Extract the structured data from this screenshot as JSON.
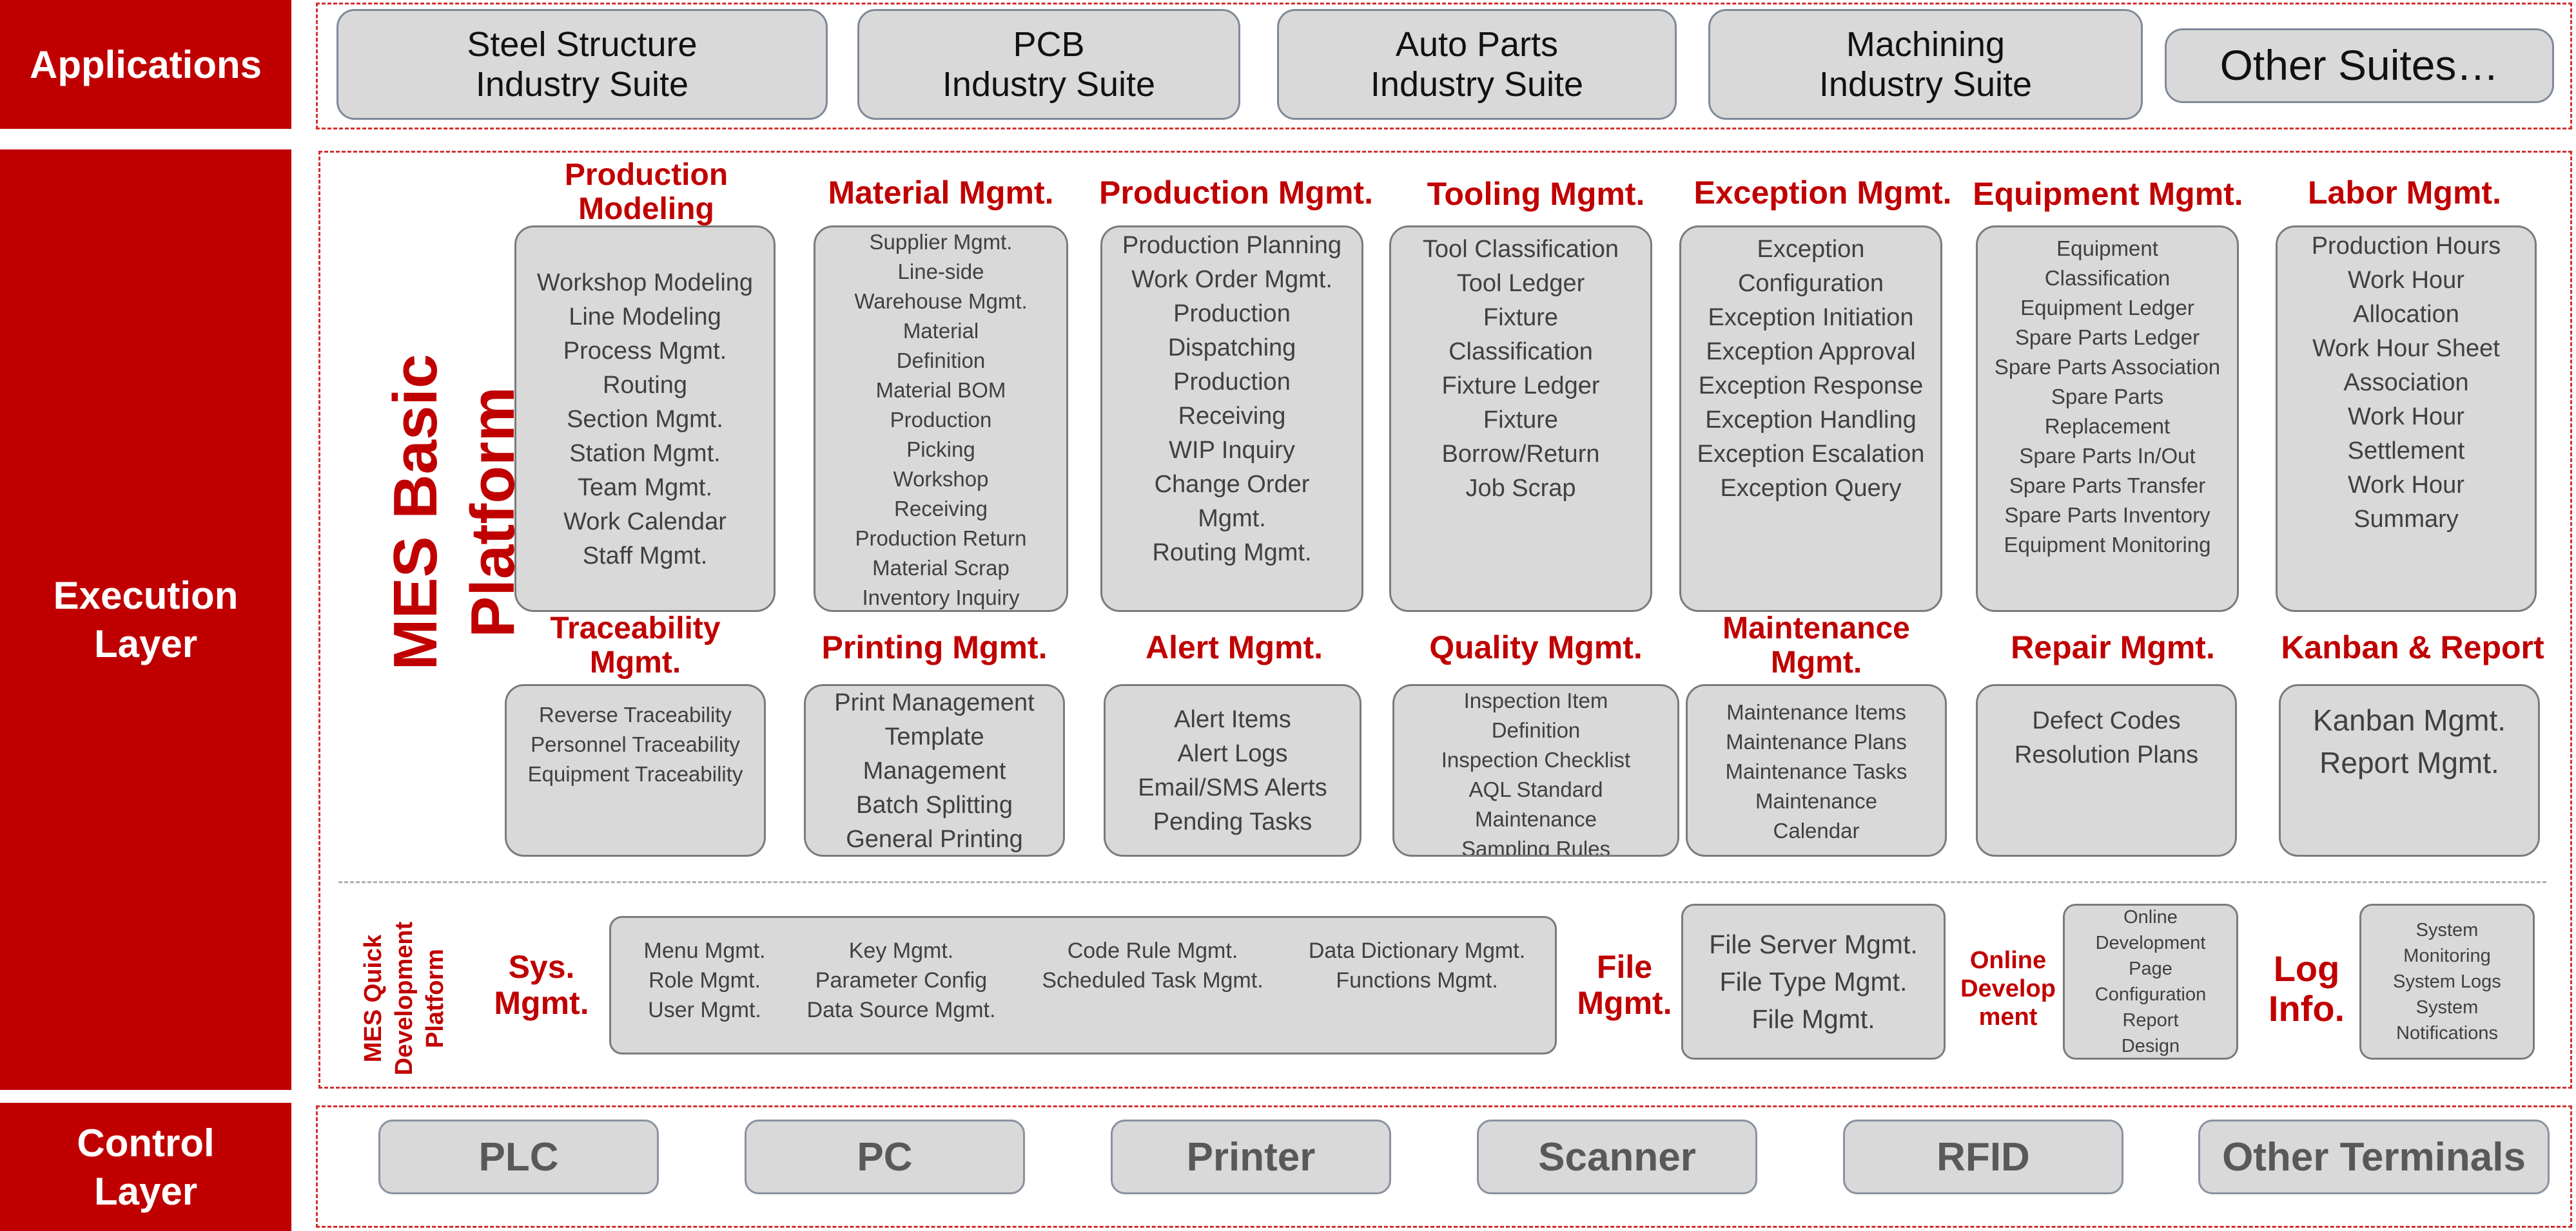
{
  "layers": {
    "applications": "Applications",
    "execution": "Execution\nLayer",
    "control": "Control\nLayer"
  },
  "applications": [
    "Steel Structure\nIndustry Suite",
    "PCB\nIndustry Suite",
    "Auto Parts\nIndustry Suite",
    "Machining\nIndustry Suite",
    "Other Suites…"
  ],
  "platform_title": "MES Basic Platform",
  "modules_row1": [
    {
      "title": "Production\nModeling",
      "items": [
        "Workshop Modeling",
        "Line Modeling",
        "Process Mgmt.",
        "Routing",
        "Section Mgmt.",
        "Station Mgmt.",
        "Team Mgmt.",
        "Work Calendar",
        "Staff Mgmt."
      ]
    },
    {
      "title": "Material Mgmt.",
      "items": [
        "Supplier Mgmt.",
        "Line-side",
        "Warehouse Mgmt.",
        "Material",
        "Definition",
        "Material BOM",
        "Production",
        "Picking",
        "Workshop",
        "Receiving",
        "Production Return",
        "Material Scrap",
        "Inventory Inquiry"
      ]
    },
    {
      "title": "Production Mgmt.",
      "items": [
        "Production Planning",
        "Work Order Mgmt.",
        "Production",
        "Dispatching",
        "Production",
        "Receiving",
        "WIP Inquiry",
        "Change Order",
        "Mgmt.",
        "Routing Mgmt."
      ]
    },
    {
      "title": "Tooling Mgmt.",
      "items": [
        "Tool Classification",
        "Tool Ledger",
        "Fixture",
        "Classification",
        "Fixture Ledger",
        "Fixture",
        "Borrow/Return",
        "Job Scrap"
      ]
    },
    {
      "title": "Exception Mgmt.",
      "items": [
        "Exception",
        "Configuration",
        "Exception Initiation",
        "Exception Approval",
        "Exception Response",
        "Exception Handling",
        "Exception Escalation",
        "Exception Query"
      ]
    },
    {
      "title": "Equipment Mgmt.",
      "items": [
        "Equipment",
        "Classification",
        "Equipment Ledger",
        "Spare Parts Ledger",
        "Spare Parts Association",
        "Spare Parts",
        "Replacement",
        "Spare Parts In/Out",
        "Spare Parts Transfer",
        "Spare Parts Inventory",
        "Equipment Monitoring"
      ]
    },
    {
      "title": "Labor Mgmt.",
      "items": [
        "Production Hours",
        "Work Hour",
        "Allocation",
        "Work Hour Sheet",
        "Association",
        "Work Hour",
        "Settlement",
        "Work Hour",
        "Summary"
      ]
    }
  ],
  "modules_row2": [
    {
      "title": "Traceability\nMgmt.",
      "items": [
        "Reverse Traceability",
        "Personnel Traceability",
        "Equipment Traceability"
      ]
    },
    {
      "title": "Printing Mgmt.",
      "items": [
        "Print Management",
        "Template",
        "Management",
        "Batch Splitting",
        "General Printing"
      ]
    },
    {
      "title": "Alert Mgmt.",
      "items": [
        "Alert Items",
        "Alert Logs",
        "Email/SMS Alerts",
        "Pending Tasks"
      ]
    },
    {
      "title": "Quality Mgmt.",
      "items": [
        "Inspection Item",
        "Definition",
        "Inspection Checklist",
        "AQL Standard",
        "Maintenance",
        "Sampling Rules"
      ]
    },
    {
      "title": "Maintenance\nMgmt.",
      "items": [
        "Maintenance Items",
        "Maintenance Plans",
        "Maintenance Tasks",
        "Maintenance",
        "Calendar"
      ]
    },
    {
      "title": "Repair Mgmt.",
      "items": [
        "Defect Codes",
        "Resolution Plans"
      ]
    },
    {
      "title": "Kanban & Report",
      "items": [
        "Kanban Mgmt.",
        "Report Mgmt."
      ]
    }
  ],
  "quick_dev": {
    "title": "MES Quick\nDevelopment\nPlatform",
    "sys_label": "Sys.\nMgmt.",
    "sys_columns": [
      [
        "Menu Mgmt.",
        "Role Mgmt.",
        "User Mgmt."
      ],
      [
        "Key Mgmt.",
        "Parameter Config",
        "Data Source Mgmt."
      ],
      [
        "Code Rule Mgmt.",
        "Scheduled Task Mgmt."
      ],
      [
        "Data Dictionary Mgmt.",
        "Functions Mgmt."
      ]
    ],
    "file_label": "File\nMgmt.",
    "file_items": [
      "File Server Mgmt.",
      "File Type Mgmt.",
      "File Mgmt."
    ],
    "online_label": "Online\nDevelop\nment",
    "online_items": [
      "Online",
      "Development",
      "Page",
      "Configuration",
      "Report",
      "Design"
    ],
    "log_label": "Log\nInfo.",
    "log_items": [
      "System",
      "Monitoring",
      "System Logs",
      "System",
      "Notifications"
    ]
  },
  "control": [
    "PLC",
    "PC",
    "Printer",
    "Scanner",
    "RFID",
    "Other Terminals"
  ]
}
